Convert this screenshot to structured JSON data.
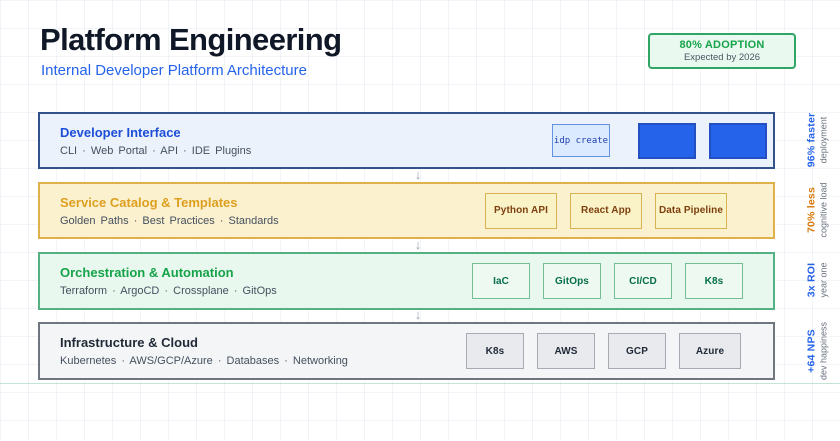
{
  "header": {
    "title": "Platform Engineering",
    "subtitle": "Internal Developer Platform Architecture"
  },
  "badge": {
    "value": "80% ADOPTION",
    "note": "Expected by 2026"
  },
  "icons": {
    "arrow_down": "↓"
  },
  "layers": [
    {
      "title": "Developer Interface",
      "items": "CLI  ·  Web Portal  ·  API  ·  IDE Plugins",
      "terminal_chip": "idp create",
      "solid_blocks": 2,
      "metric": {
        "value": "96% faster",
        "label": "deployment"
      }
    },
    {
      "title": "Service Catalog & Templates",
      "items": "Golden Paths  ·  Best Practices  ·  Standards",
      "chips": [
        "Python API",
        "React App",
        "Data Pipeline"
      ],
      "metric": {
        "value": "70% less",
        "label": "cognitive load"
      }
    },
    {
      "title": "Orchestration & Automation",
      "items": "Terraform  ·  ArgoCD  ·  Crossplane  ·  GitOps",
      "chips": [
        "IaC",
        "GitOps",
        "CI/CD",
        "K8s"
      ],
      "metric": {
        "value": "3x ROI",
        "label": "year one"
      }
    },
    {
      "title": "Infrastructure & Cloud",
      "items": "Kubernetes  ·  AWS/GCP/Azure  ·  Databases  ·  Networking",
      "chips": [
        "K8s",
        "AWS",
        "GCP",
        "Azure"
      ],
      "metric": {
        "value": "+64 NPS",
        "label": "dev happiness"
      }
    }
  ],
  "colors": {
    "accent_blue": "#2563eb",
    "accent_amber": "#dd9f1f",
    "accent_green": "#16a34a",
    "accent_gray": "#6f7680",
    "title_ink": "#101828"
  }
}
